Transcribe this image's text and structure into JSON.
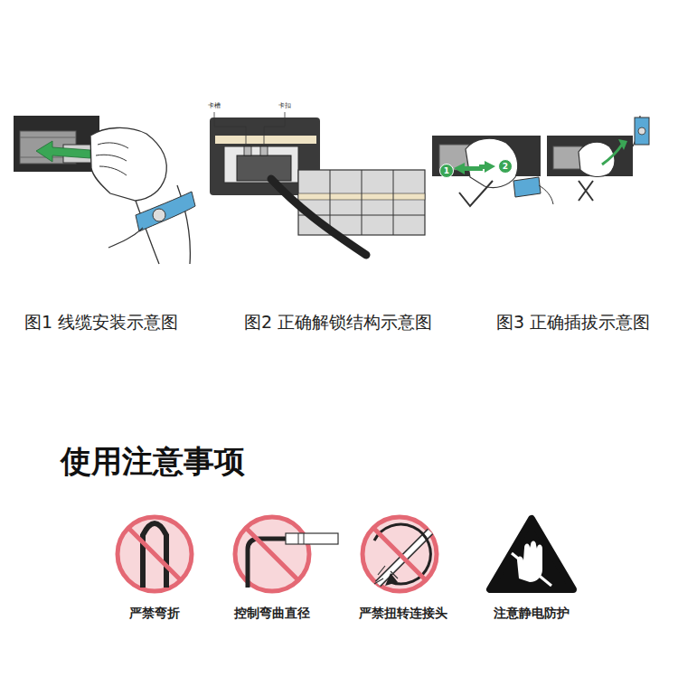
{
  "diagram": {
    "title": "使用注意事项",
    "nodes": [
      {
        "text": [
          "1"
        ]
      },
      {
        "text": [
          "2"
        ]
      }
    ],
    "labels": [
      "卡槽",
      "卡扣",
      "图1 线缆安装示意图",
      "图2 正确解锁结构示意图",
      "图3 正确插拔示意图",
      "严禁弯折",
      "控制弯曲直径",
      "严禁扭转连接头",
      "注意静电防护"
    ]
  }
}
